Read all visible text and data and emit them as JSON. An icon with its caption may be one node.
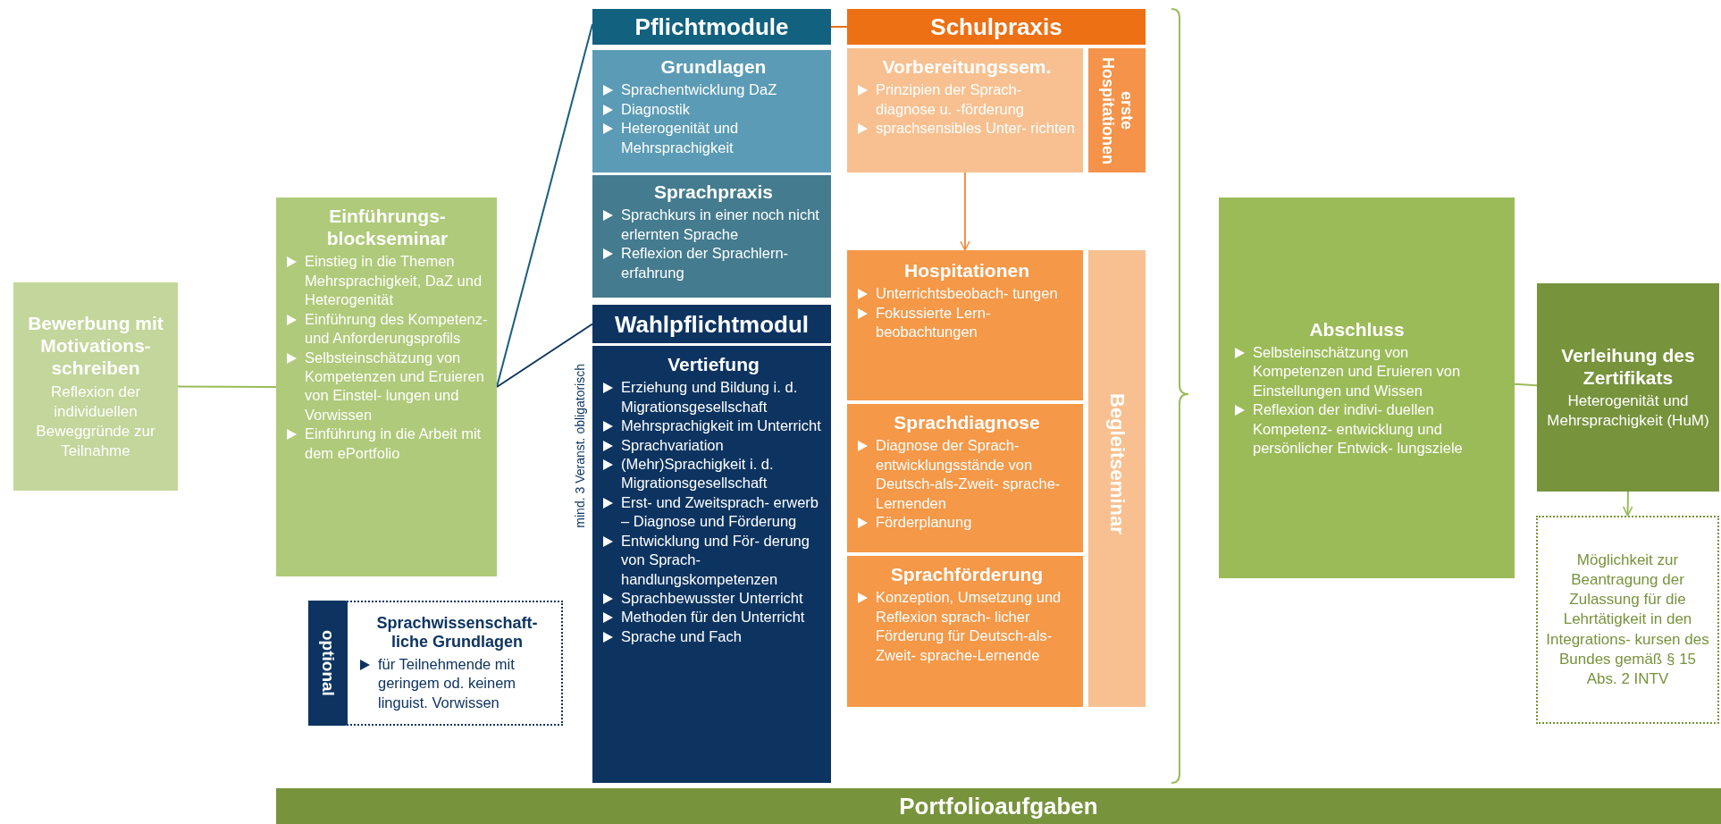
{
  "diagram": {
    "nodes": [
      {
        "text": [
          "Bewerbung mit Motivations- schreiben",
          "Reflexion der individuellen Beweggründe zur Teilnahme"
        ]
      },
      {
        "text": [
          "Einführungs- blockseminar",
          "Einstieg in die Themen Mehrsprachigkeit, DaZ und Heterogenität",
          "Einführung des Kompetenz- und Anforderungsprofils",
          "Selbsteinschätzung von Kompetenzen und Eruieren von Einstel- lungen und Vorwissen",
          "Einführung in die Arbeit mit dem ePortfolio"
        ]
      },
      {
        "text": [
          "optional",
          "Sprachwissenschaft- liche Grundlagen",
          "für Teilnehmende mit geringem od. keinem linguist. Vorwissen"
        ]
      },
      {
        "text": [
          "Pflichtmodule"
        ]
      },
      {
        "text": [
          "Grundlagen",
          "Sprachentwicklung DaZ",
          "Diagnostik",
          "Heterogenität und Mehrsprachigkeit"
        ]
      },
      {
        "text": [
          "Sprachpraxis",
          "Sprachkurs in einer noch nicht erlernten Sprache",
          "Reflexion der Sprachlern- erfahrung"
        ]
      },
      {
        "text": [
          "Wahlpflichtmodul"
        ]
      },
      {
        "text": [
          "Vertiefung",
          "Erziehung und Bildung i. d. Migrationsgesellschaft",
          "Mehrsprachigkeit im Unterricht",
          "Sprachvariation",
          "(Mehr)Sprachigkeit i. d. Migrationsgesellschaft",
          "Erst- und Zweitsprach- erwerb – Diagnose und Förderung",
          "Entwicklung und För- derung von Sprach- handlungskompetenzen",
          "Sprachbewusster Unterricht",
          "Methoden für den Unterricht",
          "Sprache und Fach"
        ],
        "beside": [
          "mind. 3 Veranst. obligatorisch"
        ]
      },
      {
        "text": [
          "Schulpraxis"
        ]
      },
      {
        "text": [
          "Vorbereitungssem.",
          "Prinzipien der Sprach- diagnose u. -förderung",
          "sprachsensibles Unter- richten"
        ]
      },
      {
        "text": [
          "erste Hospitationen"
        ]
      },
      {
        "text": [
          "Hospitationen",
          "Unterrichtsbeobach- tungen",
          "Fokussierte Lern- beobachtungen"
        ]
      },
      {
        "text": [
          "Sprachdiagnose",
          "Diagnose der Sprach- entwicklungsstände von Deutsch-als-Zweit- sprache-Lernenden",
          "Förderplanung"
        ]
      },
      {
        "text": [
          "Sprachförderung",
          "Konzeption, Umsetzung und Reflexion sprach- licher Förderung für Deutsch-als-Zweit- sprache-Lernende"
        ]
      },
      {
        "text": [
          "Begleitseminar"
        ]
      },
      {
        "text": [
          "Abschluss",
          "Selbsteinschätzung von Kompetenzen und Eruieren von Einstellungen und Wissen",
          "Reflexion der indivi- duellen Kompetenz- entwicklung und persönlicher Entwick- lungsziele"
        ]
      },
      {
        "text": [
          "Verleihung des Zertifikats",
          "Heterogenität und Mehrsprachigkeit (HuM)"
        ]
      },
      {
        "text": [
          "Möglichkeit zur Beantragung der Zulassung für die Lehrtätigkeit in den Integrations- kursen des Bundes gemäß § 15 Abs. 2 INTV"
        ]
      },
      {
        "text": [
          "Portfolioaufgaben"
        ]
      }
    ],
    "edges": [
      {
        "from": 0,
        "to": 1,
        "arrow": "none"
      },
      {
        "from": 1,
        "to": 3,
        "arrow": "none",
        "color": "#1a5e7e"
      },
      {
        "from": 1,
        "to": 6,
        "arrow": "none",
        "color": "#0d3461"
      },
      {
        "from": 3,
        "to": 8,
        "arrow": "none",
        "color": "#ec7014"
      },
      {
        "from": 9,
        "to": 11,
        "arrow": "to",
        "color": "#f0914a"
      },
      {
        "from": 15,
        "to": 16,
        "arrow": "none"
      },
      {
        "from": 16,
        "to": 17,
        "arrow": "to"
      }
    ]
  }
}
